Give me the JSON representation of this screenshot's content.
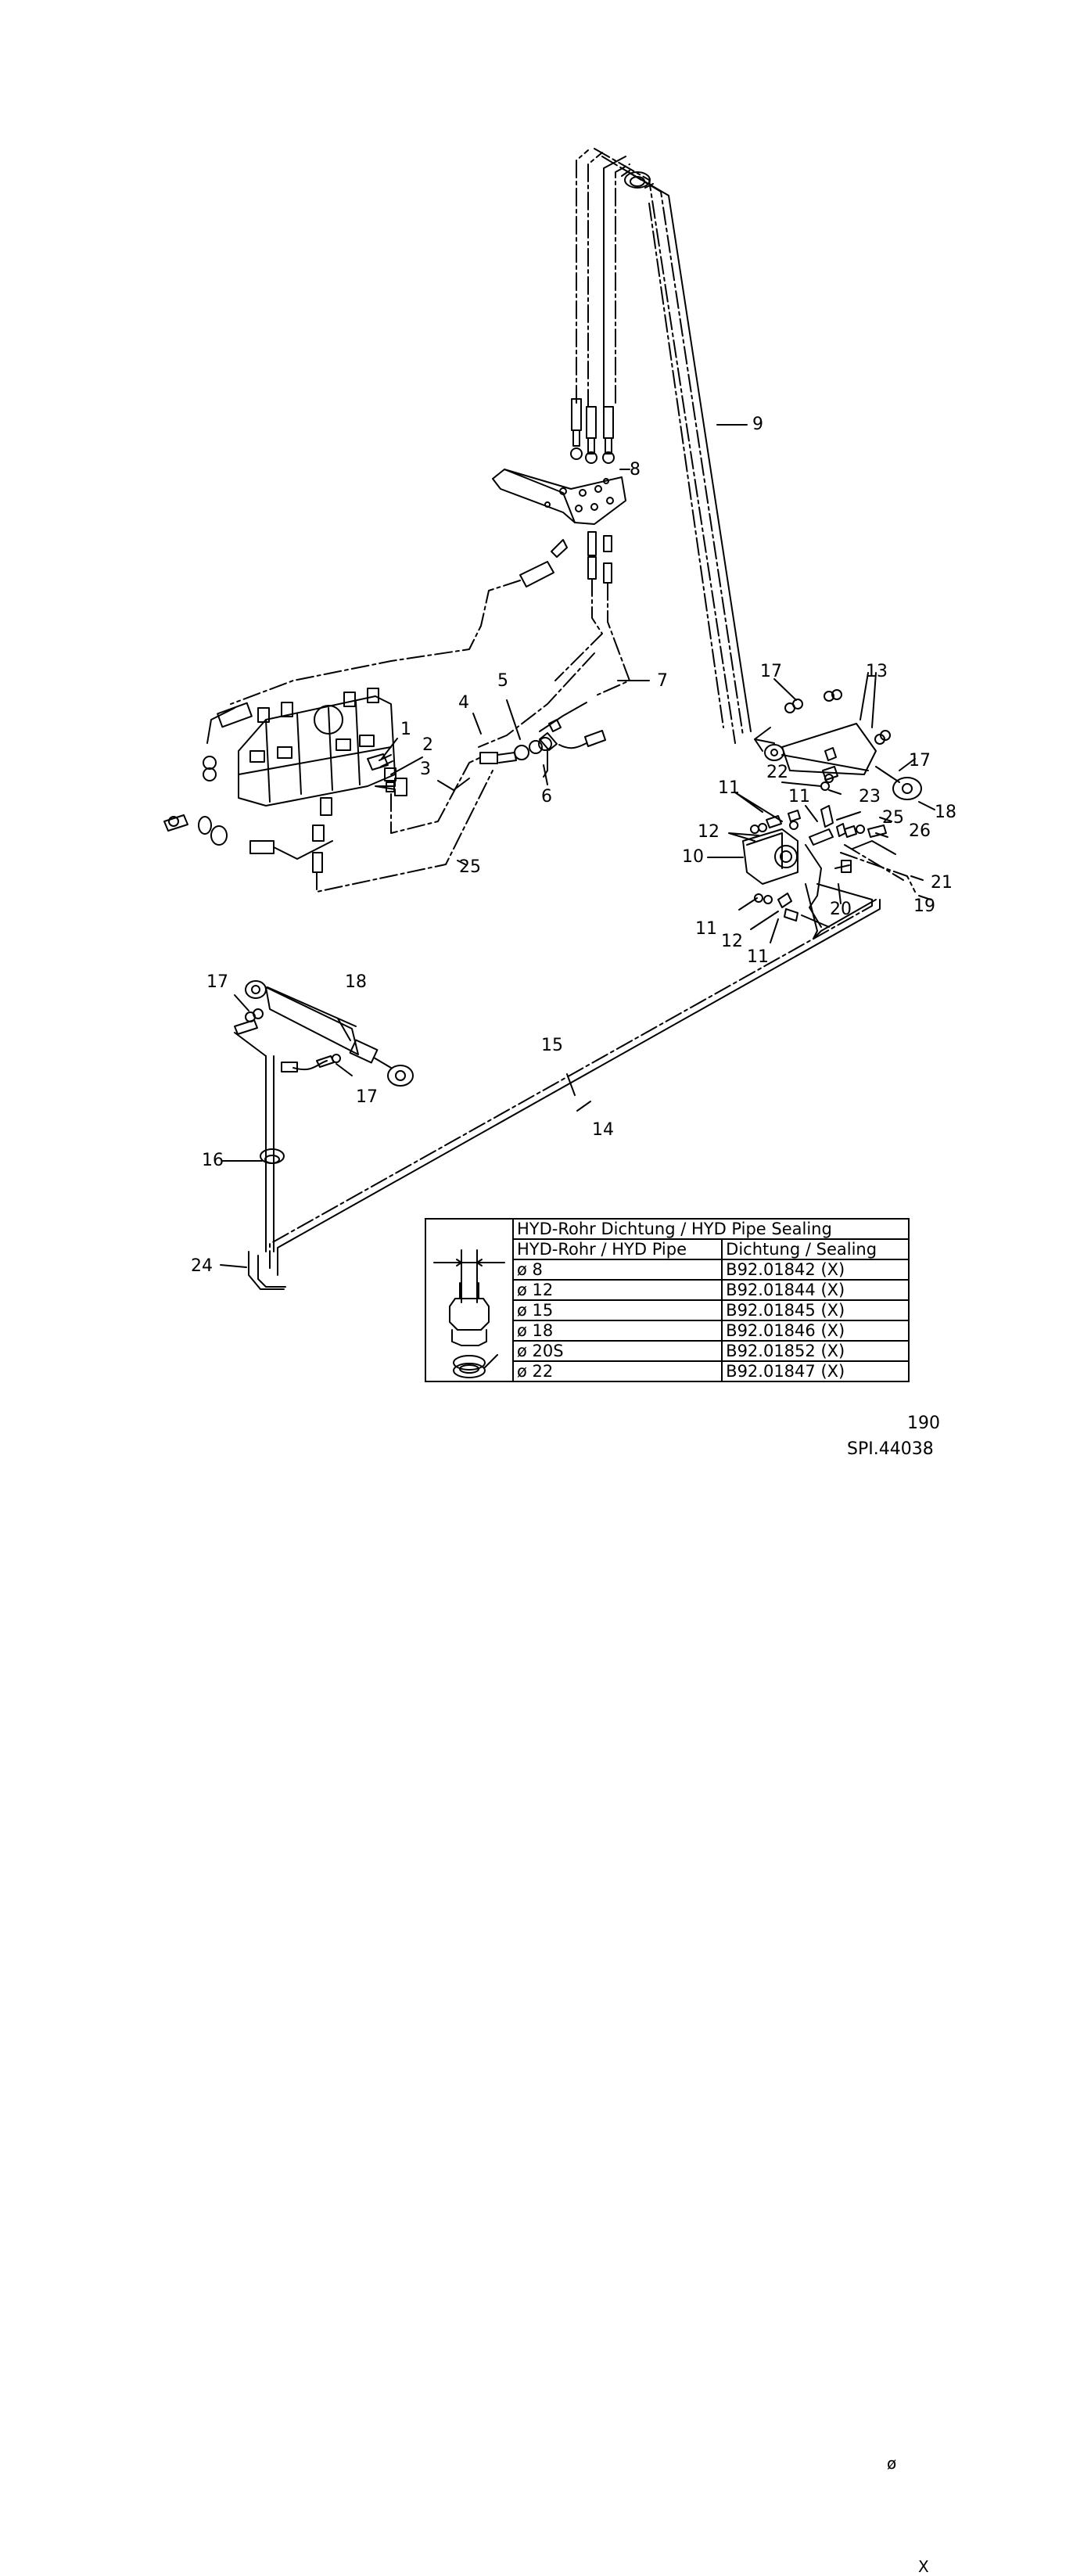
{
  "labels": {
    "l1": "1",
    "l2": "2",
    "l3": "3",
    "l4": "4",
    "l5": "5",
    "l6": "6",
    "l7": "7",
    "l8": "8",
    "l9": "9",
    "l10": "10",
    "l11a": "11",
    "l11b": "11",
    "l11c": "11",
    "l11d": "11",
    "l12a": "12",
    "l12b": "12",
    "l13": "13",
    "l14": "14",
    "l15": "15",
    "l16": "16",
    "l17a": "17",
    "l17b": "17",
    "l17c": "17",
    "l17d": "17",
    "l18a": "18",
    "l18b": "18",
    "l19": "19",
    "l20": "20",
    "l21": "21",
    "l22": "22",
    "l23": "23",
    "l24": "24",
    "l25a": "25",
    "l25b": "25",
    "l26": "26"
  },
  "sealing_table": {
    "title": "HYD-Rohr Dichtung / HYD Pipe Sealing",
    "col_pipe": "HYD-Rohr / HYD Pipe",
    "col_seal": "Dichtung / Sealing",
    "diameter_symbol": "ø",
    "callout_x": "X",
    "rows": [
      {
        "pipe": "ø  8",
        "seal": "B92.01842    (X)"
      },
      {
        "pipe": "ø  12",
        "seal": "B92.01844    (X)"
      },
      {
        "pipe": "ø  15",
        "seal": "B92.01845    (X)"
      },
      {
        "pipe": "ø  18",
        "seal": "B92.01846    (X)"
      },
      {
        "pipe": "ø  20S",
        "seal": "B92.01852    (X)"
      },
      {
        "pipe": "ø  22",
        "seal": "B92.01847    (X)"
      }
    ]
  },
  "footer": {
    "page_number": "190",
    "drawing_id": "SPI.44038"
  }
}
